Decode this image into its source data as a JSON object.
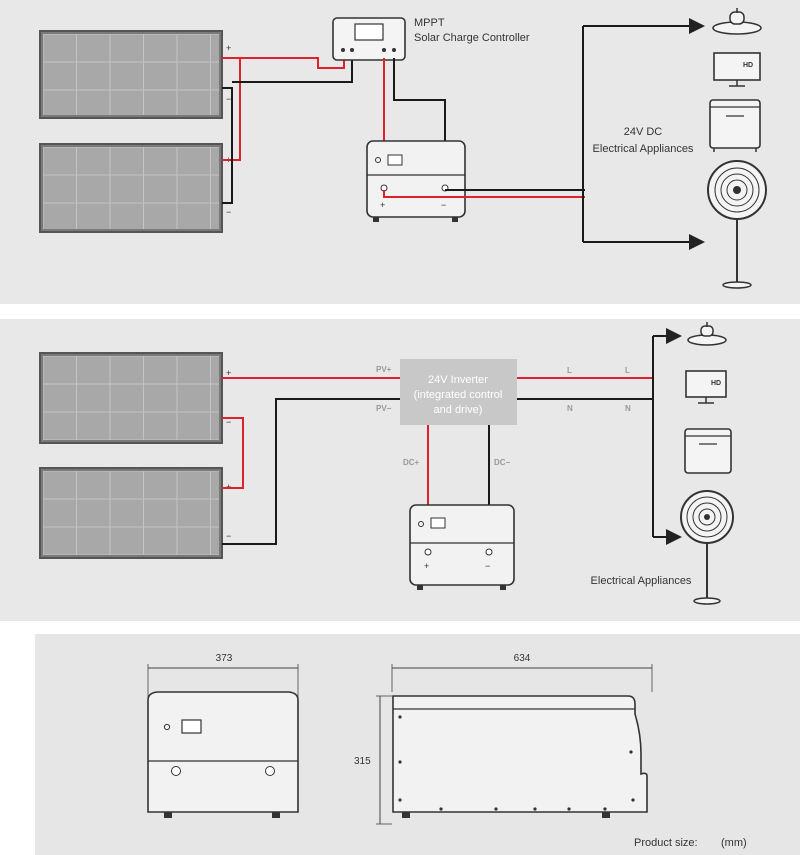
{
  "diagram1": {
    "controller_title": "MPPT",
    "controller_subtitle": "Solar Charge Controller",
    "appliances_label_1": "24V DC",
    "appliances_label_2": "Electrical Appliances",
    "plus": "+",
    "minus": "−",
    "hd": "HD"
  },
  "diagram2": {
    "inverter_line1": "24V Inverter",
    "inverter_line2": "(integrated control",
    "inverter_line3": "and drive)",
    "pv_plus": "PV+",
    "pv_minus": "PV−",
    "dc_plus": "DC+",
    "dc_minus": "DC−",
    "l_label": "L",
    "n_label": "N",
    "appliances_label": "Electrical Appliances",
    "plus": "+",
    "minus": "−",
    "hd": "HD"
  },
  "dimensions": {
    "width_value": "373",
    "length_value": "634",
    "height_value": "315",
    "product_size": "Product size:",
    "unit": "(mm)"
  },
  "colors": {
    "positive_wire": "#e0202a",
    "negative_wire": "#1a1a1a",
    "panel_frame": "#5a5a5a",
    "cell_fill": "#a8a8a8",
    "inverter_fill": "#c8c8c8"
  }
}
